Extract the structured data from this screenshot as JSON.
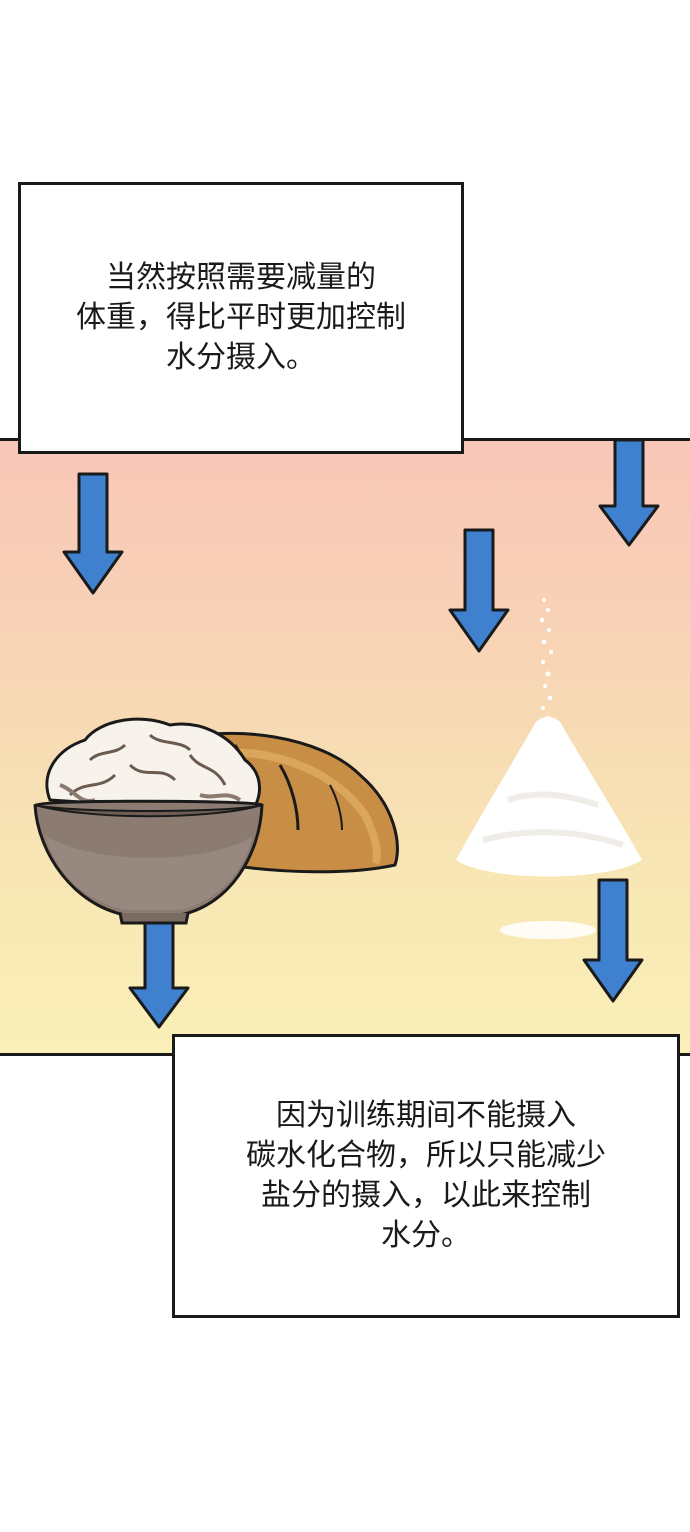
{
  "captions": {
    "top": "当然按照需要减量的\n体重，得比平时更加控制\n水分摄入。",
    "bottom": "因为训练期间不能摄入\n碳水化合物，所以只能减少\n盐分的摄入，以此来控制\n水分。"
  },
  "colors": {
    "arrow_fill": "#3f80cf",
    "outline": "#1a1a1a",
    "panel_top": "#f9c7b8",
    "panel_bottom": "#fbefb8"
  },
  "illustration": {
    "left_object": "rice-bowl-and-bread",
    "right_object": "salt-pile"
  }
}
